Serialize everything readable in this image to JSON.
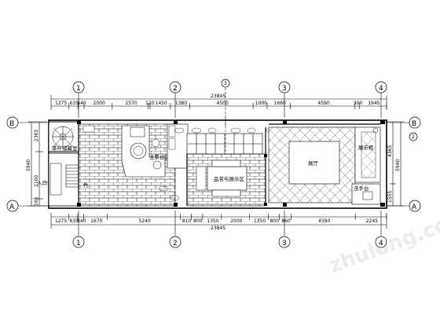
{
  "dims_top": {
    "total": "23845",
    "segments": [
      "1275",
      "635",
      "440",
      "2000",
      "2570",
      "120",
      "1450",
      "1380",
      "4500",
      "1000",
      "1660",
      "4590",
      "300",
      "1945"
    ]
  },
  "dims_bottom": {
    "total": "23845",
    "segments": [
      "1275",
      "635",
      "440",
      "1670",
      "5240",
      "810",
      "800",
      "1350",
      "2000",
      "1350",
      "800",
      "860",
      "4590",
      "2245"
    ]
  },
  "dims_left": [
    "2365",
    "5940",
    "2100",
    "165"
  ],
  "dims_right": [
    "4365",
    "5940",
    "1555"
  ],
  "grid_axes": {
    "top": [
      "1",
      "2",
      "3",
      "3",
      "4"
    ],
    "bottom": [
      "1",
      "2",
      "3",
      "4"
    ],
    "left": [
      "B",
      "A"
    ],
    "right": [
      "B",
      "2",
      "A"
    ]
  },
  "rooms": {
    "storage": "茶叶储藏室",
    "entrance": "入口",
    "stair_up": "上",
    "stair_down": "下",
    "tea_table": "主茶台区",
    "tasting": "品茗与展示区",
    "hall": "展厅",
    "display_cabinet": "展示柜",
    "sink": "洗手台",
    "bamboo": "竹"
  },
  "watermark": "zhulong.com"
}
